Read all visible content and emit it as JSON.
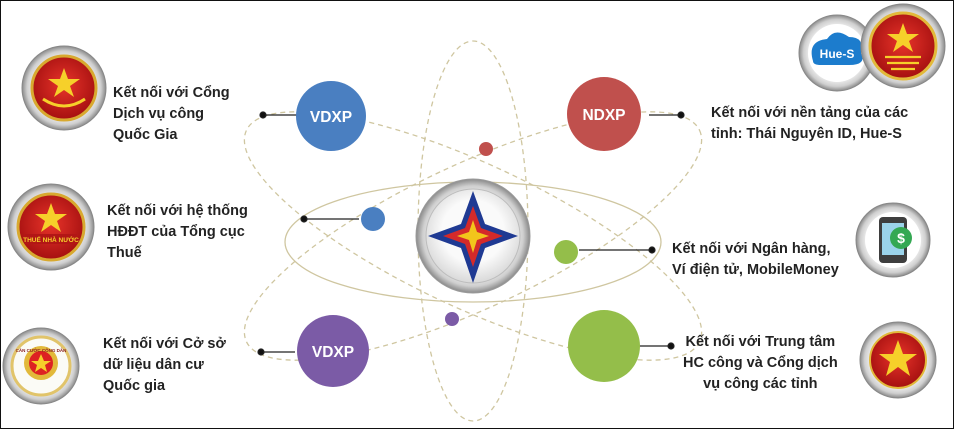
{
  "colors": {
    "blue": "#4a7fc1",
    "red": "#c0504d",
    "purple": "#7b5ba6",
    "green": "#94be4a",
    "orbit": "#cfc6a0"
  },
  "nodes": {
    "top_left": "VDXP",
    "top_right": "NDXP",
    "bottom_left": "VDXP"
  },
  "labels": {
    "cong_dvc": [
      "Kết nối với Cổng",
      "Dịch vụ công",
      "Quốc Gia"
    ],
    "thue": [
      "Kết nối với hệ thống",
      "HĐĐT của Tổng cục",
      "Thuế"
    ],
    "dan_cu": [
      "Kết nối với Cở sở",
      "dữ liệu dân cư",
      "Quốc gia"
    ],
    "tinh": [
      "Kết nối với nền tảng của các",
      "tỉnh: Thái Nguyên ID, Hue-S"
    ],
    "ngan_hang": [
      "Kết nối với Ngân hàng,",
      "Ví điện tử, MobileMoney"
    ],
    "trung_tam": [
      "Kết nối với Trung tâm",
      "HC công và Cổng dịch",
      "vụ công các tỉnh"
    ]
  },
  "logos": {
    "hue_s": "Hue-S",
    "thue_badge": "THUẾ NHÀ NƯỚC",
    "cccd_badge": "CĂN CƯỚC CÔNG DÂN",
    "bank_symbol": "$"
  }
}
